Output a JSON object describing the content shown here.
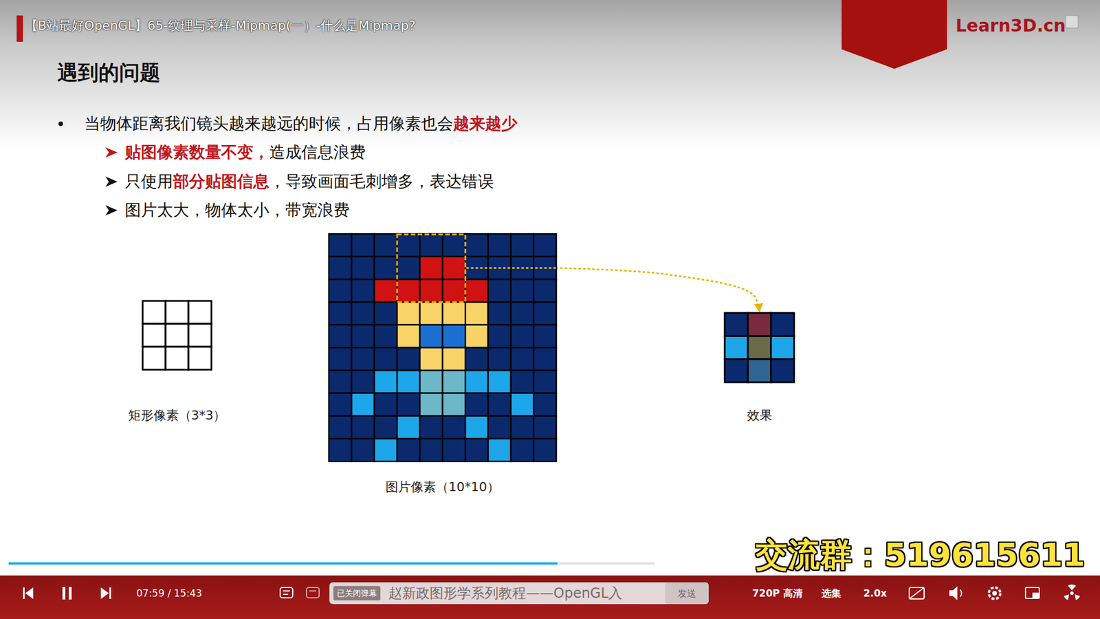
{
  "diagram": {
    "title": "遇到的问题",
    "nodes": [
      {
        "text": [
          "矩形像素（3*3）"
        ]
      },
      {
        "text": [
          "图片像素（10*10）"
        ]
      },
      {
        "text": [
          "效果"
        ]
      }
    ],
    "edges": [
      {
        "from": 1,
        "to": 2,
        "arrow": "to"
      }
    ],
    "labels": [
      "【B站最好OpenGL】65-纹理与采样-Mipmap(一）-什么是Mipmap?",
      "Learn3D.cn",
      "当物体距离我们镜头越来越远的时候，占用像素也会",
      "越来越少",
      "贴图像素数量不变，",
      "造成信息浪费",
      "只使用",
      "部分贴图信息",
      "，导致画面毛刺增多，表达错误",
      "图片太大，物体太小，带宽浪费",
      "交流群：519615611",
      "07:59 / 15:43",
      "已关闭弹幕",
      "赵新政图形学系列教程——OpenGL入",
      "发送",
      "720P 高清",
      "选集",
      "2.0x"
    ]
  }
}
